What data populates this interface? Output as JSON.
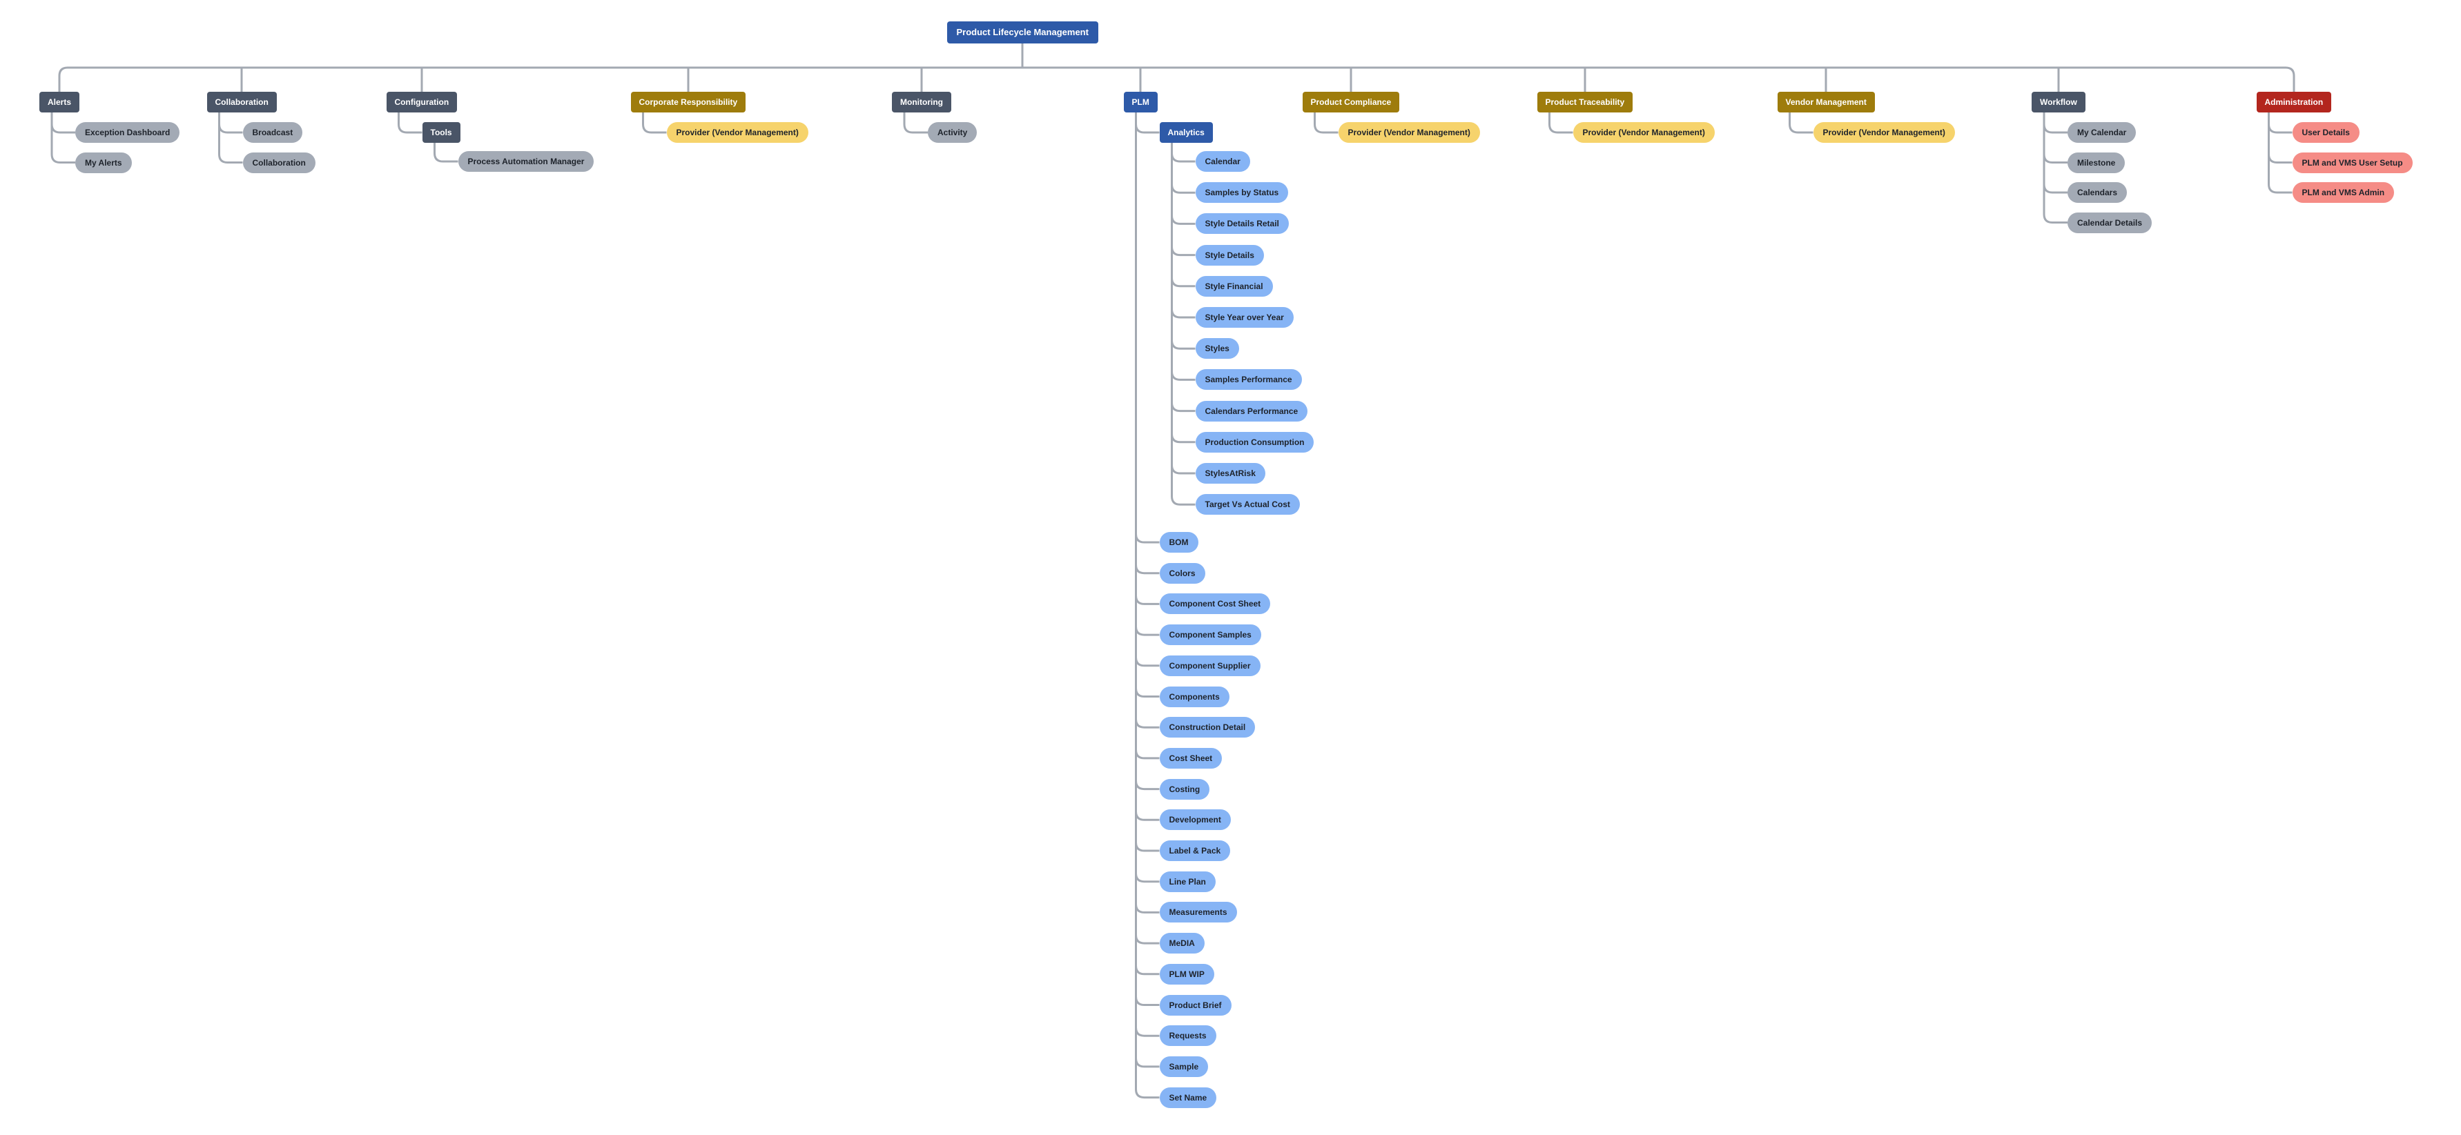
{
  "colors": {
    "root": "#2e5aa8",
    "slate": "#4a5567",
    "gold": "#9e7c0c",
    "red": "#b3261e",
    "gray_pill": "#a3aab5",
    "yellow_pill": "#f6d36c",
    "blue_pill": "#86b4f5",
    "salmon_pill": "#f58c86",
    "connector": "#a3a9b2"
  },
  "tree": {
    "label": "Product Lifecycle Management",
    "children": [
      {
        "label": "Alerts",
        "children": [
          {
            "label": "Exception Dashboard"
          },
          {
            "label": "My Alerts"
          }
        ]
      },
      {
        "label": "Collaboration",
        "children": [
          {
            "label": "Broadcast"
          },
          {
            "label": "Collaboration"
          }
        ]
      },
      {
        "label": "Configuration",
        "children": [
          {
            "label": "Tools",
            "children": [
              {
                "label": "Process Automation Manager"
              }
            ]
          }
        ]
      },
      {
        "label": "Corporate Responsibility",
        "children": [
          {
            "label": "Provider (Vendor Management)"
          }
        ]
      },
      {
        "label": "Monitoring",
        "children": [
          {
            "label": "Activity"
          }
        ]
      },
      {
        "label": "PLM",
        "children": [
          {
            "label": "Analytics",
            "children": [
              {
                "label": "Calendar"
              },
              {
                "label": "Samples by Status"
              },
              {
                "label": "Style Details Retail"
              },
              {
                "label": "Style Details"
              },
              {
                "label": "Style Financial"
              },
              {
                "label": "Style Year over Year"
              },
              {
                "label": "Styles"
              },
              {
                "label": "Samples Performance"
              },
              {
                "label": "Calendars Performance"
              },
              {
                "label": "Production Consumption"
              },
              {
                "label": "StylesAtRisk"
              },
              {
                "label": "Target Vs Actual Cost"
              }
            ]
          },
          {
            "label": "BOM"
          },
          {
            "label": "Colors"
          },
          {
            "label": "Component Cost Sheet"
          },
          {
            "label": "Component Samples"
          },
          {
            "label": "Component Supplier"
          },
          {
            "label": "Components"
          },
          {
            "label": "Construction Detail"
          },
          {
            "label": "Cost Sheet"
          },
          {
            "label": "Costing"
          },
          {
            "label": "Development"
          },
          {
            "label": "Label & Pack"
          },
          {
            "label": "Line Plan"
          },
          {
            "label": "Measurements"
          },
          {
            "label": "MeDIA"
          },
          {
            "label": "PLM WIP"
          },
          {
            "label": "Product Brief"
          },
          {
            "label": "Requests"
          },
          {
            "label": "Sample"
          },
          {
            "label": "Set Name"
          }
        ]
      },
      {
        "label": "Product Compliance",
        "children": [
          {
            "label": "Provider (Vendor Management)"
          }
        ]
      },
      {
        "label": "Product Traceability",
        "children": [
          {
            "label": "Provider (Vendor Management)"
          }
        ]
      },
      {
        "label": "Vendor Management",
        "children": [
          {
            "label": "Provider (Vendor Management)"
          }
        ]
      },
      {
        "label": "Workflow",
        "children": [
          {
            "label": "My Calendar"
          },
          {
            "label": "Milestone"
          },
          {
            "label": "Calendars"
          },
          {
            "label": "Calendar Details"
          }
        ]
      },
      {
        "label": "Administration",
        "children": [
          {
            "label": "User Details"
          },
          {
            "label": "PLM and VMS User Setup"
          },
          {
            "label": "PLM and VMS Admin"
          }
        ]
      }
    ]
  }
}
